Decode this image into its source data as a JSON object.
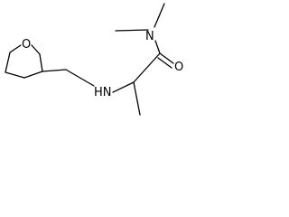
{
  "molecule": {
    "atoms": {
      "oxygen_ring": "O",
      "nitrogen_dimethyl": "N",
      "oxygen_carbonyl": "O",
      "amine": "HN"
    }
  },
  "colors": {
    "bond": "#000000",
    "background": "#ffffff"
  }
}
